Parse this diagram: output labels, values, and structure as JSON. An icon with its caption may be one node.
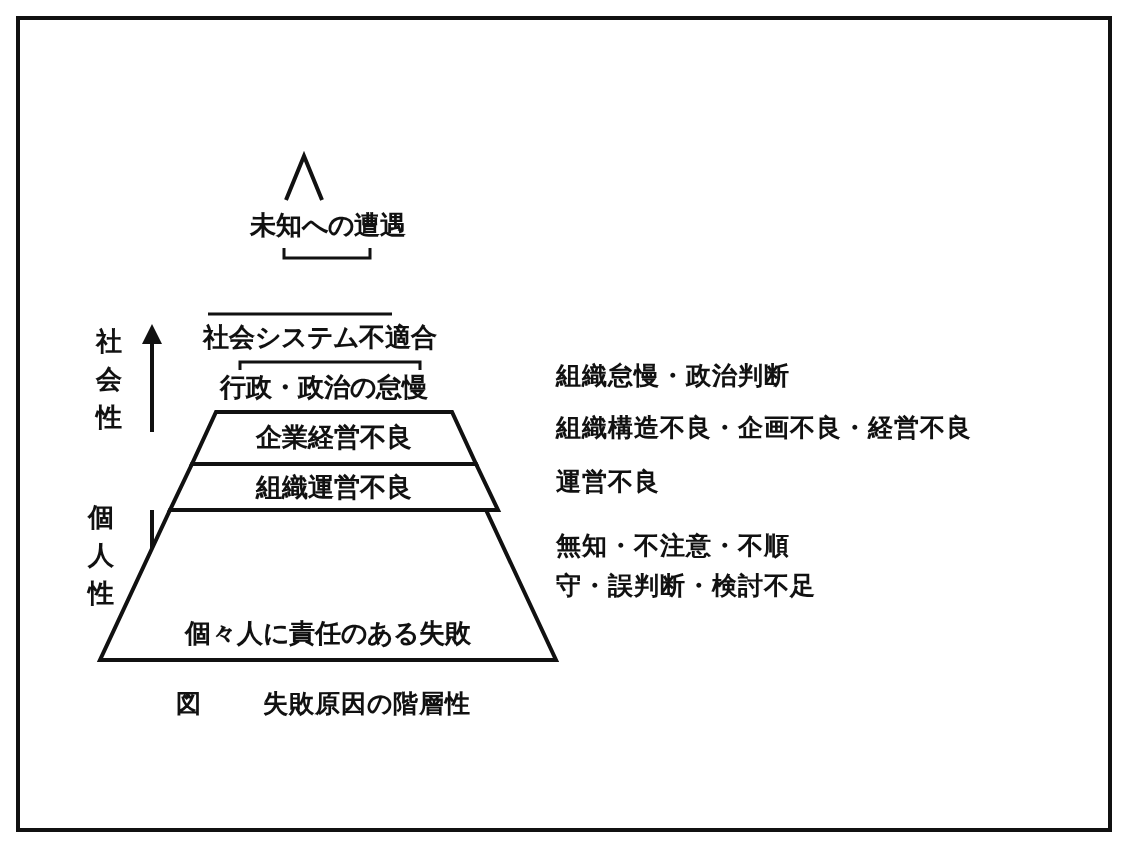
{
  "diagram": {
    "caption": "図 失敗原因の階層性",
    "nodes": [
      {
        "text": [
          "未知への遭遇"
        ]
      },
      {
        "text": [
          "社会システム不適合"
        ]
      },
      {
        "text": [
          "行政・政治の怠慢"
        ]
      },
      {
        "text": [
          "企業経営不良"
        ]
      },
      {
        "text": [
          "組織運営不良"
        ]
      },
      {
        "text": [
          "個々人に責任のある失敗"
        ]
      }
    ],
    "labels": [
      "社会性",
      "組織怠慢・政治判断",
      "組織構造不良・企画不良・経営不良",
      "運営不良",
      "個人性",
      "無知・不注意・不順守・誤判断・検討不足"
    ]
  }
}
